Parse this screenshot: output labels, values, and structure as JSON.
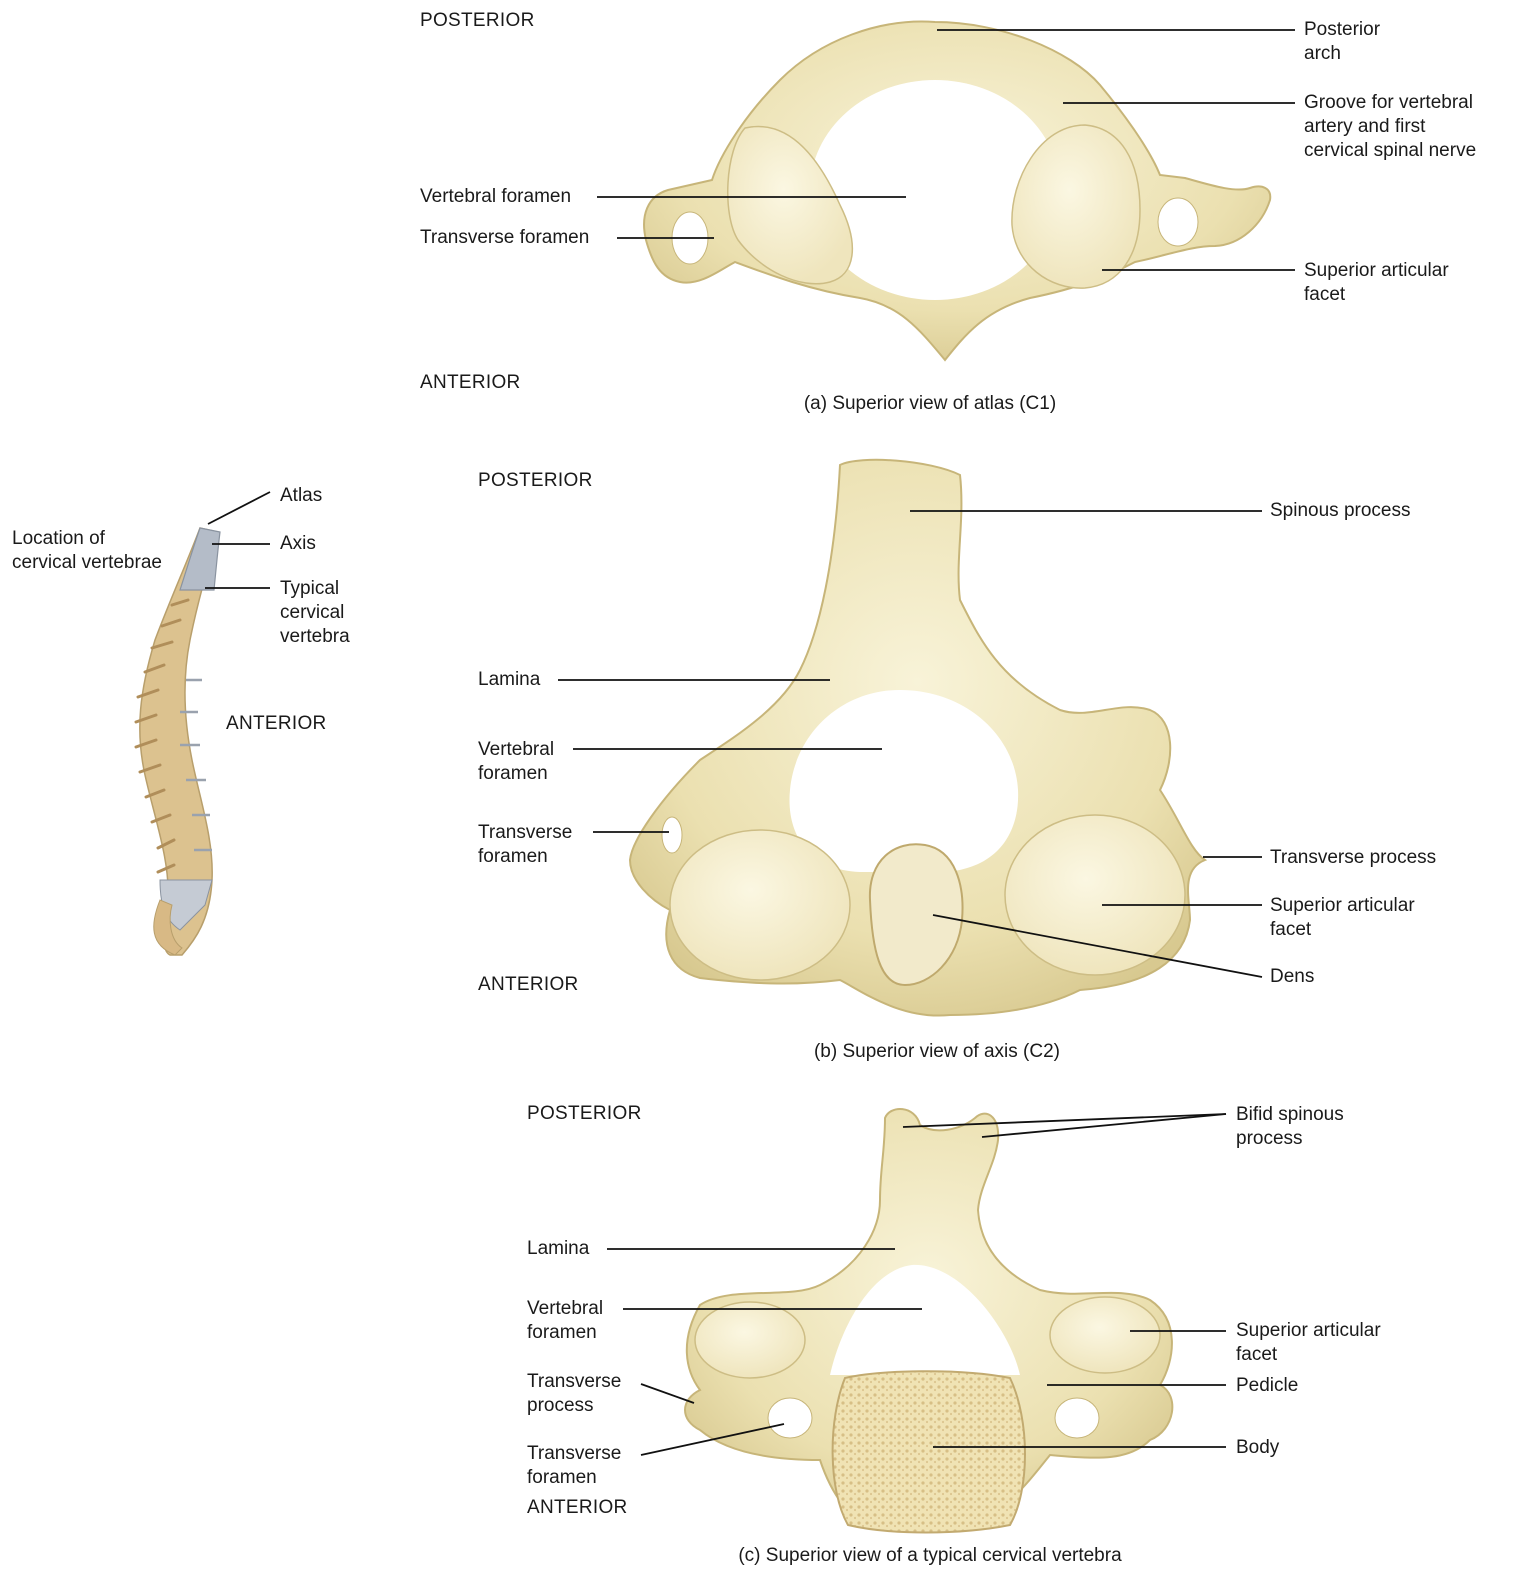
{
  "side_view": {
    "location": "Location of\ncervical vertebrae",
    "atlas": "Atlas",
    "axis": "Axis",
    "typical": "Typical\ncervical\nvertebra",
    "anterior": "ANTERIOR"
  },
  "panel_a": {
    "posterior": "POSTERIOR",
    "anterior": "ANTERIOR",
    "caption": "(a) Superior view of atlas (C1)",
    "labels": {
      "posterior_arch": "Posterior\narch",
      "groove": "Groove for vertebral\nartery and first\ncervical spinal nerve",
      "vertebral_foramen": "Vertebral foramen",
      "transverse_foramen": "Transverse foramen",
      "superior_facet": "Superior articular\nfacet"
    }
  },
  "panel_b": {
    "posterior": "POSTERIOR",
    "anterior": "ANTERIOR",
    "caption": "(b) Superior view of axis (C2)",
    "labels": {
      "spinous_process": "Spinous process",
      "lamina": "Lamina",
      "vertebral_foramen": "Vertebral\nforamen",
      "transverse_foramen": "Transverse\nforamen",
      "transverse_process": "Transverse process",
      "superior_facet": "Superior articular\nfacet",
      "dens": "Dens"
    }
  },
  "panel_c": {
    "posterior": "POSTERIOR",
    "anterior": "ANTERIOR",
    "caption": "(c) Superior view of a typical cervical vertebra",
    "labels": {
      "bifid": "Bifid spinous\nprocess",
      "lamina": "Lamina",
      "vertebral_foramen": "Vertebral\nforamen",
      "transverse_process": "Transverse\nprocess",
      "transverse_foramen": "Transverse\nforamen",
      "superior_facet": "Superior articular\nfacet",
      "pedicle": "Pedicle",
      "body": "Body"
    }
  },
  "colors": {
    "bone": "#ece3b6",
    "bone_light": "#f5efcf",
    "bone_shadow": "#d4c68e",
    "spine_bone": "#dcc28f",
    "spine_cervical": "#b4bcc8",
    "leader": "#111111"
  }
}
